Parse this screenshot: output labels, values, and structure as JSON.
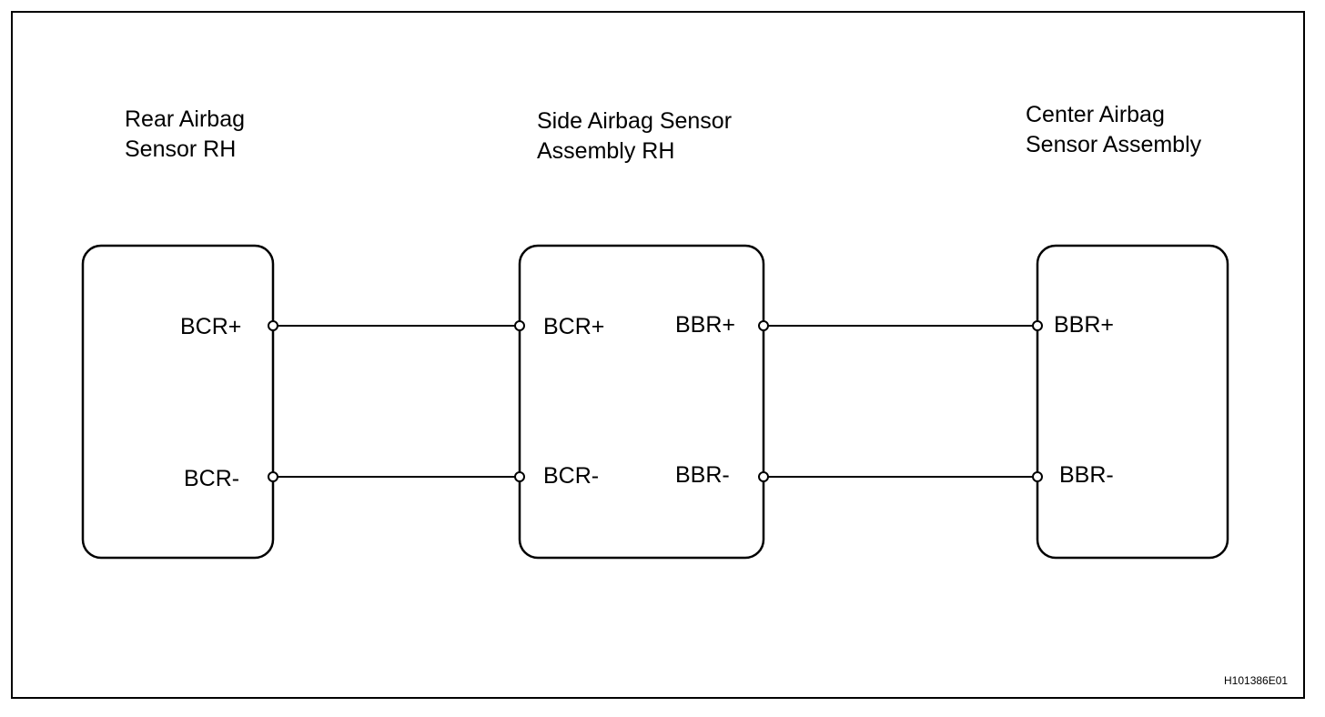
{
  "components": {
    "rear": {
      "title_line1": "Rear Airbag",
      "title_line2": "Sensor RH",
      "pin_plus": "BCR+",
      "pin_minus": "BCR-"
    },
    "side": {
      "title_line1": "Side Airbag Sensor",
      "title_line2": "Assembly RH",
      "pin_bcr_plus": "BCR+",
      "pin_bcr_minus": "BCR-",
      "pin_bbr_plus": "BBR+",
      "pin_bbr_minus": "BBR-"
    },
    "center": {
      "title_line1": "Center Airbag",
      "title_line2": "Sensor Assembly",
      "pin_plus": "BBR+",
      "pin_minus": "BBR-"
    }
  },
  "reference_code": "H101386E01",
  "colors": {
    "line": "#000000",
    "background": "#ffffff"
  }
}
